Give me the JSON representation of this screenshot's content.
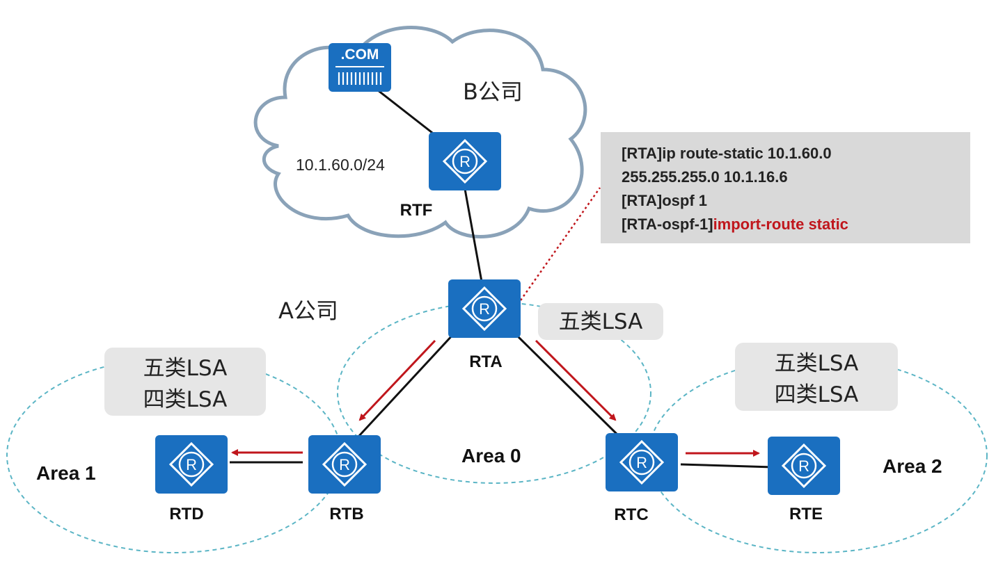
{
  "company_b": "B公司",
  "company_a": "A公司",
  "server_label": ".COM",
  "subnet": "10.1.60.0/24",
  "routers": {
    "rtf": "RTF",
    "rta": "RTA",
    "rtb": "RTB",
    "rtc": "RTC",
    "rtd": "RTD",
    "rte": "RTE"
  },
  "areas": {
    "area0": "Area 0",
    "area1": "Area 1",
    "area2": "Area 2"
  },
  "lsa_boxes": {
    "area0_line1": "五类LSA",
    "area1_line1": "五类LSA",
    "area1_line2": "四类LSA",
    "area2_line1": "五类LSA",
    "area2_line2": "四类LSA"
  },
  "config": {
    "line1": "[RTA]ip route-static 10.1.60.0",
    "line2": "255.255.255.0 10.1.16.6",
    "line3": "[RTA]ospf 1",
    "line4_prefix": "[RTA-ospf-1]",
    "line4_highlight": "import-route static"
  },
  "colors": {
    "router_blue": "#1a6fc0",
    "arrow_red": "#c0161c",
    "area_dash": "#5bb5c5",
    "config_bg": "#d9d9d9",
    "lsa_bg": "#e6e6e6"
  }
}
